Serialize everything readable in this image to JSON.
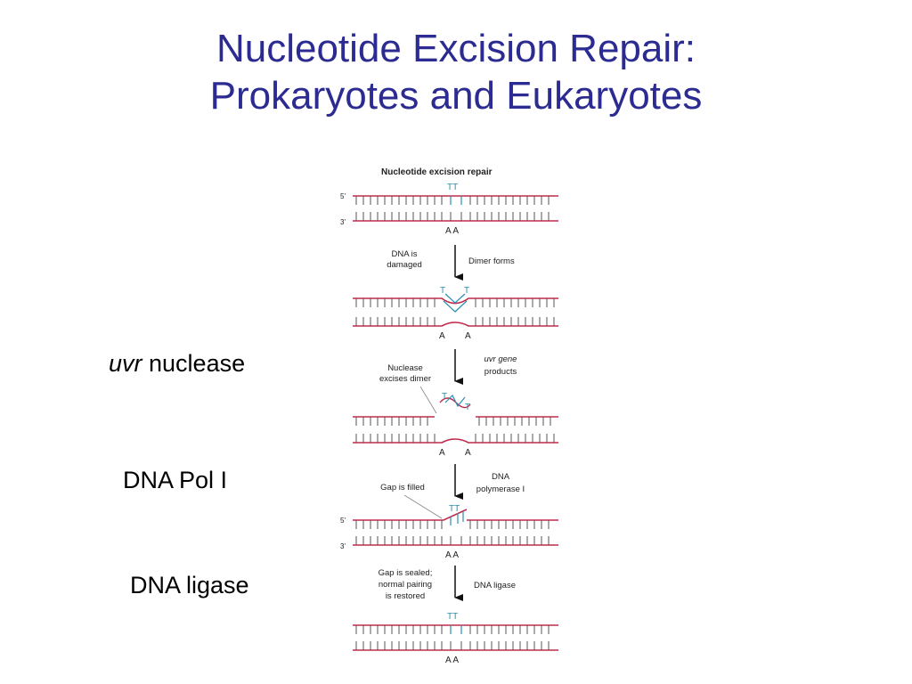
{
  "slide": {
    "title_line1": "Nucleotide Excision Repair:",
    "title_line2": "Prokaryotes and Eukaryotes",
    "colors": {
      "title": "#2b2b91",
      "strand": "#c02a4a",
      "base": "#2a8fb0",
      "label": "#222222"
    }
  },
  "side_labels": {
    "uvr_italic": "uvr",
    "uvr_rest": " nuclease",
    "pol": "DNA Pol I",
    "ligase": "DNA ligase"
  },
  "figure": {
    "heading": "Nucleotide excision repair",
    "prime5": "5'",
    "prime3": "3'",
    "tt": "TT",
    "aa": "A A",
    "t": "T",
    "a": "A",
    "step1_left_1": "DNA is",
    "step1_left_2": "damaged",
    "step1_right": "Dimer forms",
    "step2_left_1": "Nuclease",
    "step2_left_2": "excises dimer",
    "step2_right_1": "uvr gene",
    "step2_right_2": "products",
    "step3_left": "Gap is filled",
    "step3_right_1": "DNA",
    "step3_right_2": "polymerase I",
    "step4_left_1": "Gap is sealed;",
    "step4_left_2": "normal pairing",
    "step4_left_3": "is restored",
    "step4_right": "DNA ligase"
  }
}
